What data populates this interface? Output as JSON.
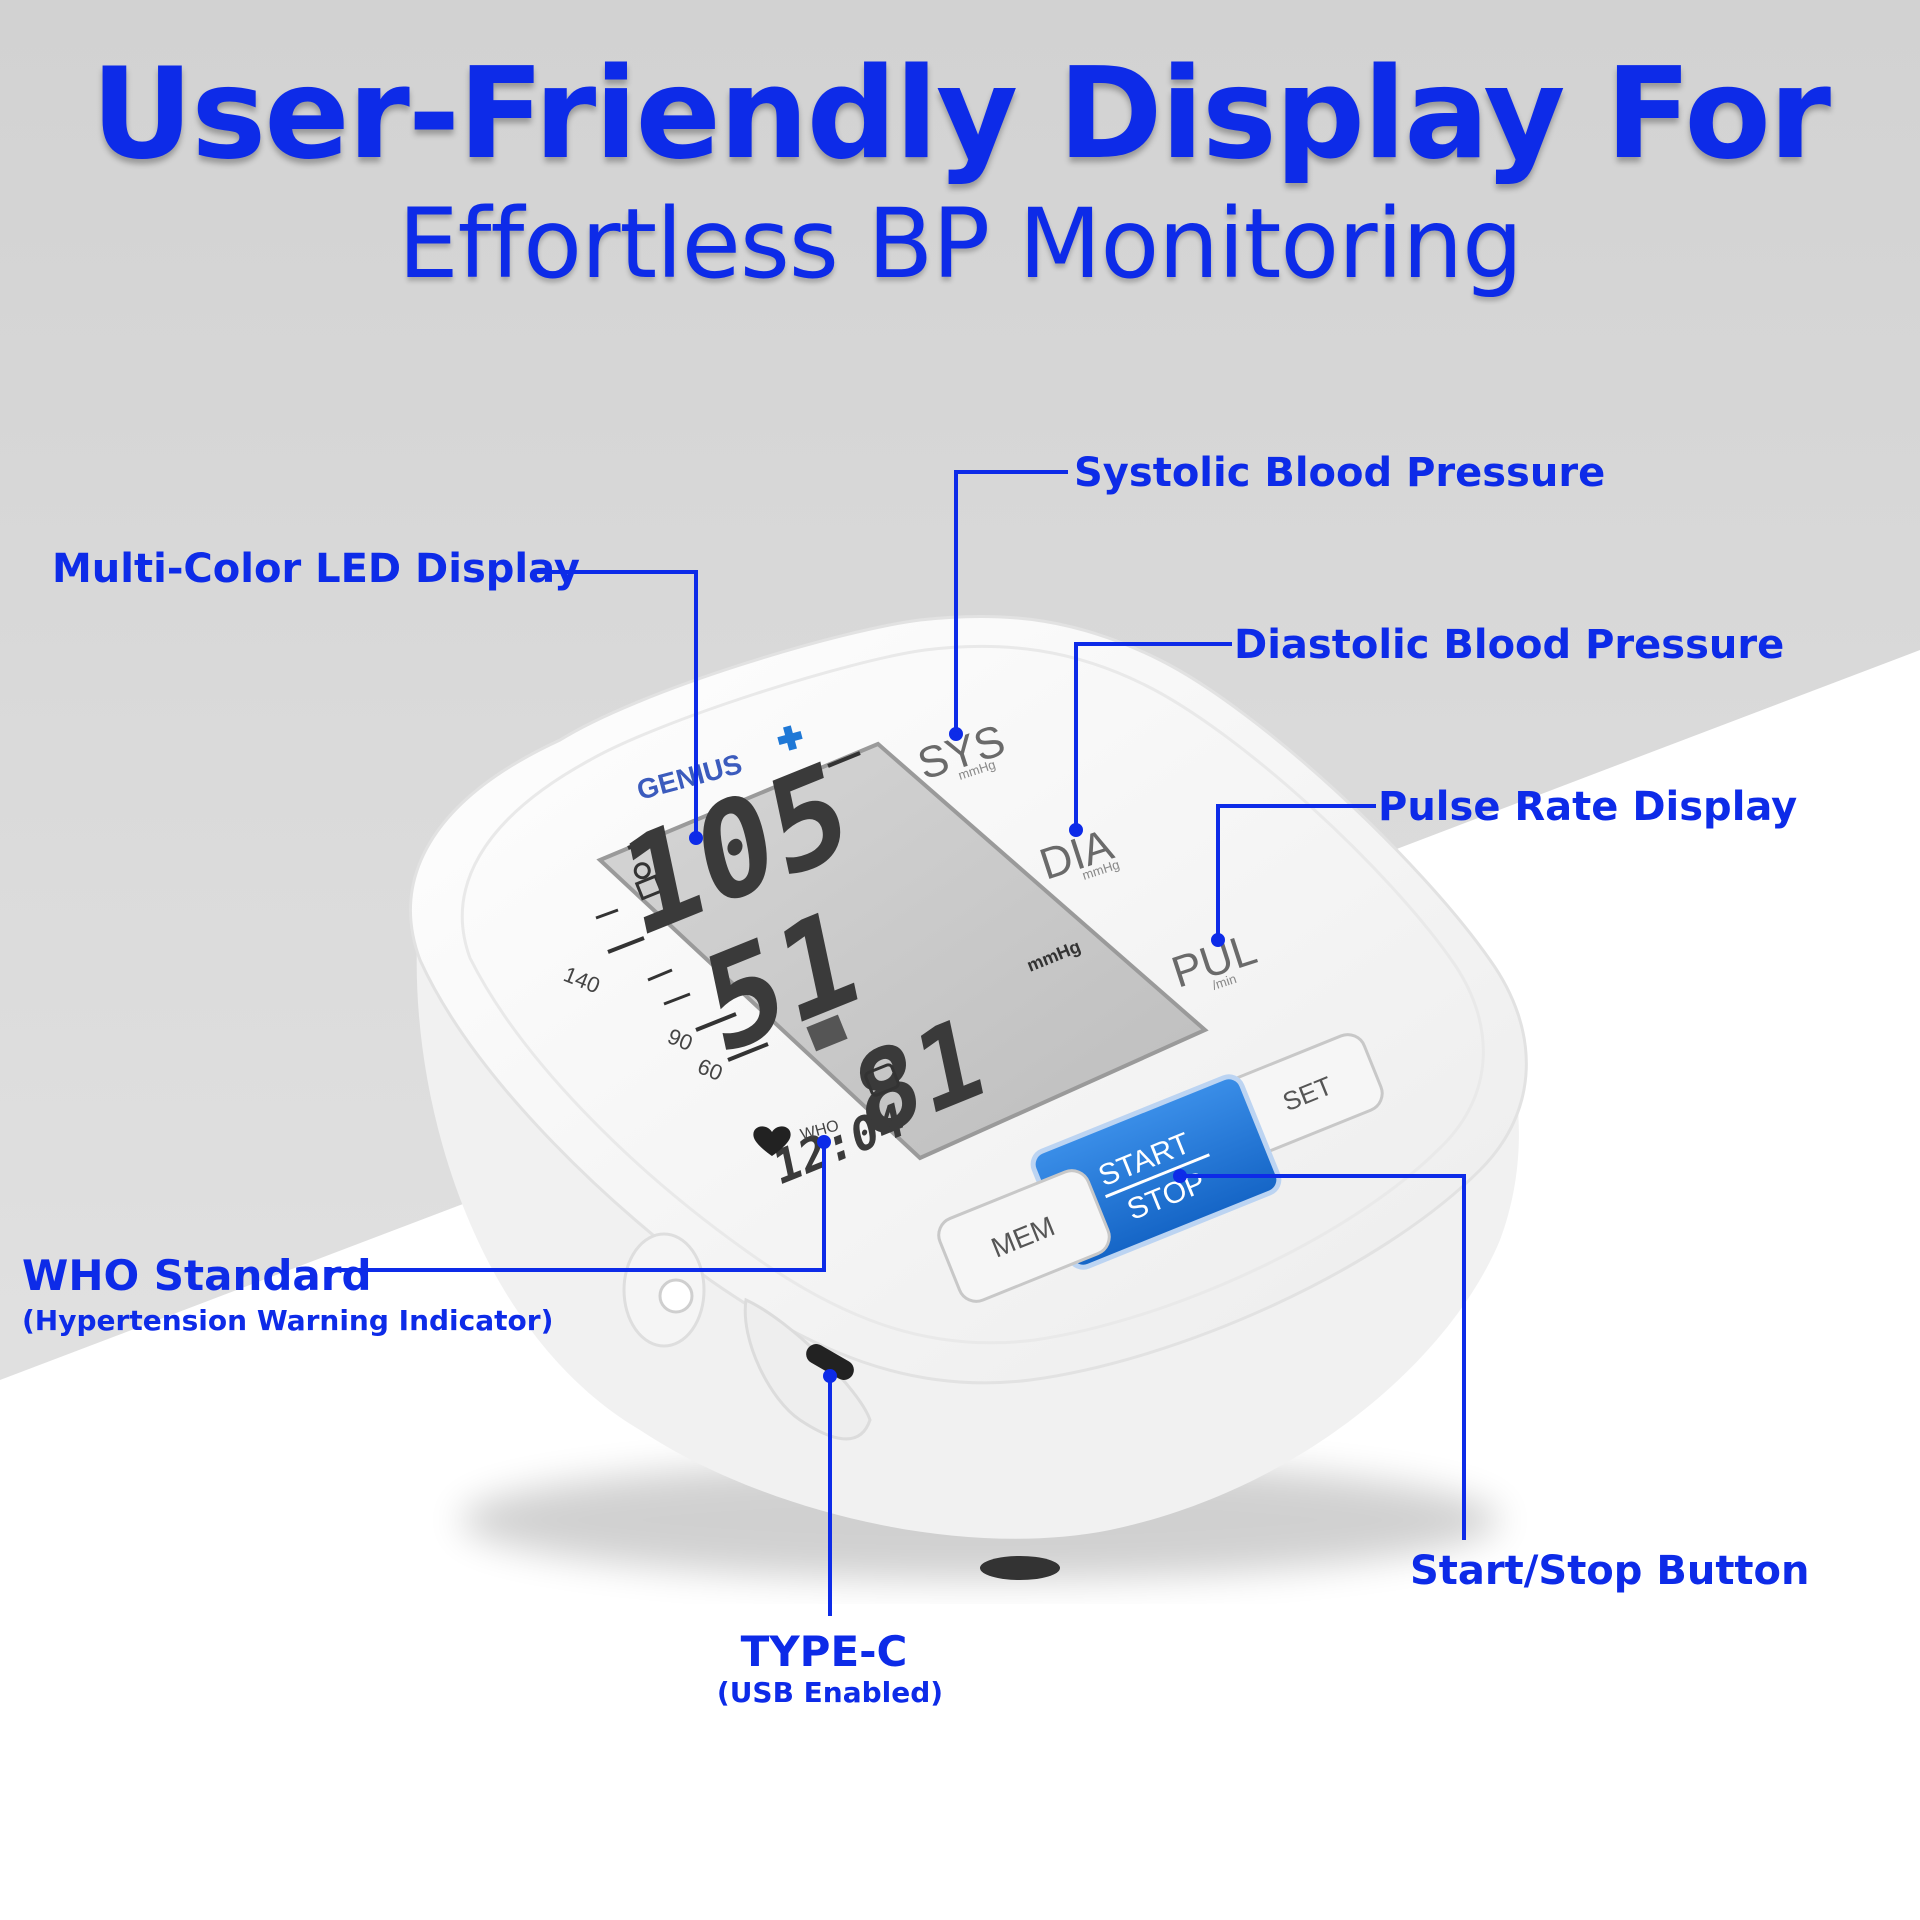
{
  "headline": {
    "line1": "User-Friendly Display For",
    "line2": "Effortless BP Monitoring"
  },
  "colors": {
    "accent": "#0d2be8",
    "background_gray": "#dcdcdc",
    "device_white": "#f7f7f7",
    "lcd": "#c9c9c9",
    "start_button": "#1f78d6"
  },
  "callouts": {
    "systolic": "Systolic Blood Pressure",
    "diastolic": "Diastolic Blood Pressure",
    "pulse": "Pulse Rate Display",
    "led": "Multi-Color LED Display",
    "who_title": "WHO Standard",
    "who_sub": "(Hypertension Warning Indicator)",
    "start_stop": "Start/Stop Button",
    "typec_title": "TYPE-C",
    "typec_sub": "(USB Enabled)"
  },
  "device": {
    "brand": "GENIUS",
    "sys_label": "SYS",
    "dia_label": "DIA",
    "pul_label": "PUL",
    "mmhg_small": "mmHg",
    "per_min": "/min",
    "mmhg_lcd": "mmHg",
    "sys_value": "105",
    "dia_value": "51",
    "pul_value": "81",
    "time_value": "12:04",
    "scale_140": "140",
    "scale_90": "90",
    "scale_60": "60",
    "who_label": "WHO",
    "mem_button": "MEM",
    "set_button": "SET",
    "start_label": "START",
    "stop_label": "STOP"
  }
}
